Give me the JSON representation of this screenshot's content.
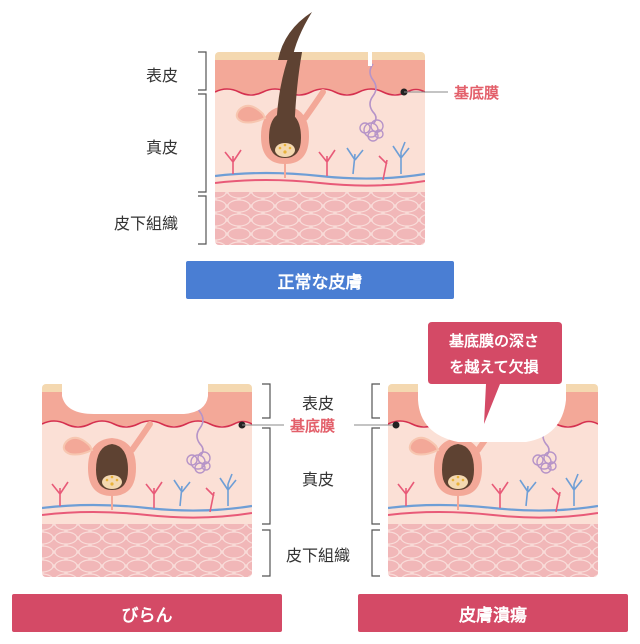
{
  "colors": {
    "epidermis": "#f3a898",
    "dermis": "#fbe0d6",
    "subcutis": "#f7d6d0",
    "fat_cell": "#f1b7b8",
    "hair": "#5e4232",
    "basement_membrane": "#d5304f",
    "vein": "#6e9ed6",
    "artery": "#e85a78",
    "gland": "#b694c8",
    "blue_banner": "#4a7ed3",
    "pink_banner": "#d44a66",
    "bm_label": "#e3606b",
    "skin_top": "#f4d8b0"
  },
  "normal": {
    "labels": {
      "epidermis": "表皮",
      "dermis": "真皮",
      "subcutis": "皮下組織",
      "basement_membrane": "基底膜"
    },
    "banner": "正常な皮膚"
  },
  "erosion": {
    "banner": "びらん"
  },
  "ulcer": {
    "banner": "皮膚潰瘍",
    "callout_line1": "基底膜の深さ",
    "callout_line2": "を越えて欠損"
  },
  "middle_labels": {
    "epidermis": "表皮",
    "basement_membrane": "基底膜",
    "dermis": "真皮",
    "subcutis": "皮下組織"
  },
  "icons": {
    "gland": "sweat-gland-icon",
    "hair": "hair-follicle-icon"
  }
}
